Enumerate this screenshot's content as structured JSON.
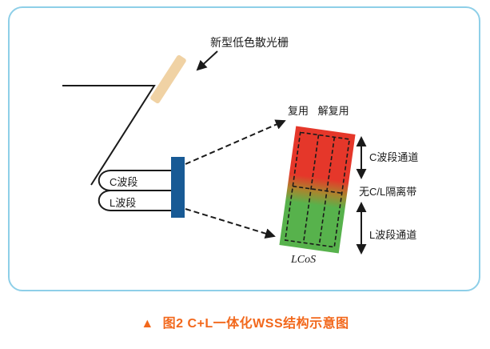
{
  "colors": {
    "frame_border": "#8ecfe8",
    "line": "#1a1a1a",
    "grating": "#f0d2a4",
    "lens": "#185a95",
    "lcos_red": "#e5372a",
    "lcos_blend": "#a9862e",
    "lcos_green": "#57b24c",
    "caption": "#f2681c"
  },
  "labels": {
    "grating": "新型低色散光栅",
    "c_band": "C波段",
    "l_band": "L波段",
    "mux": "复用",
    "demux": "解复用",
    "lcos": "LCoS",
    "c_channel": "C波段通道",
    "isolation": "无C/L隔离带",
    "l_channel": "L波段通道"
  },
  "caption": {
    "marker": "▲",
    "text": "图2  C+L一体化WSS结构示意图"
  }
}
